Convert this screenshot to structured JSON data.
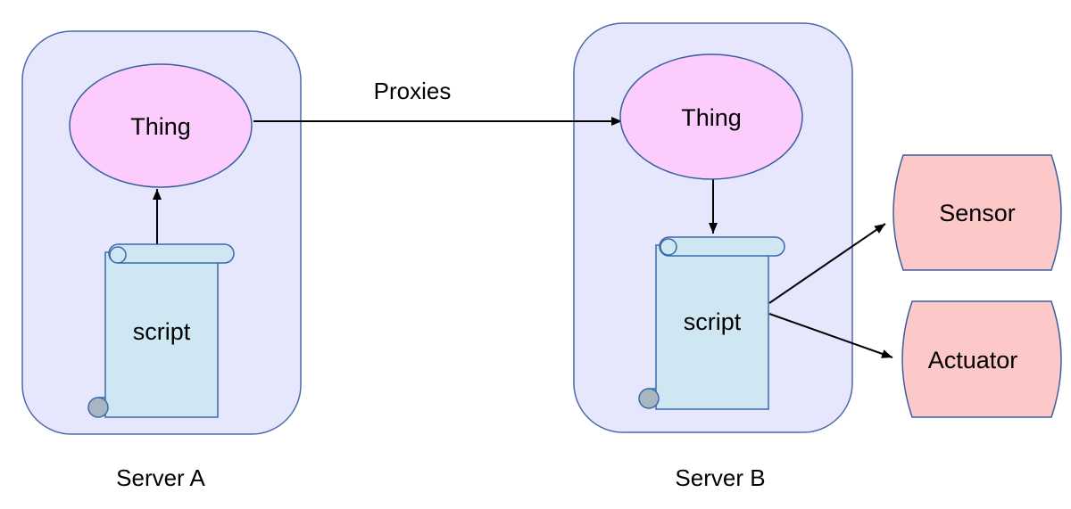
{
  "colors": {
    "server_fill": "#e6e6fc",
    "server_stroke": "#4a6aa8",
    "thing_fill": "#fcccfc",
    "thing_stroke": "#3a5fa0",
    "script_fill": "#cfe6f3",
    "script_stroke": "#3a6aa8",
    "device_fill": "#fcc8c8",
    "device_stroke": "#3a5fa0",
    "edge": "#000000"
  },
  "icons": {
    "script": "scroll-icon",
    "device": "cylinder-icon"
  },
  "servers": [
    {
      "label": "Server A",
      "thing": {
        "label": "Thing"
      },
      "script": {
        "label": "script"
      }
    },
    {
      "label": "Server B",
      "thing": {
        "label": "Thing"
      },
      "script": {
        "label": "script"
      }
    }
  ],
  "devices": [
    {
      "label": "Sensor"
    },
    {
      "label": "Actuator"
    }
  ],
  "edges": [
    {
      "from": "Server A script",
      "to": "Server A Thing"
    },
    {
      "from": "Server A Thing",
      "to": "Server B Thing",
      "label": "Proxies"
    },
    {
      "from": "Server B Thing",
      "to": "Server B script"
    },
    {
      "from": "Server B script",
      "to": "Sensor"
    },
    {
      "from": "Server B script",
      "to": "Actuator"
    }
  ]
}
